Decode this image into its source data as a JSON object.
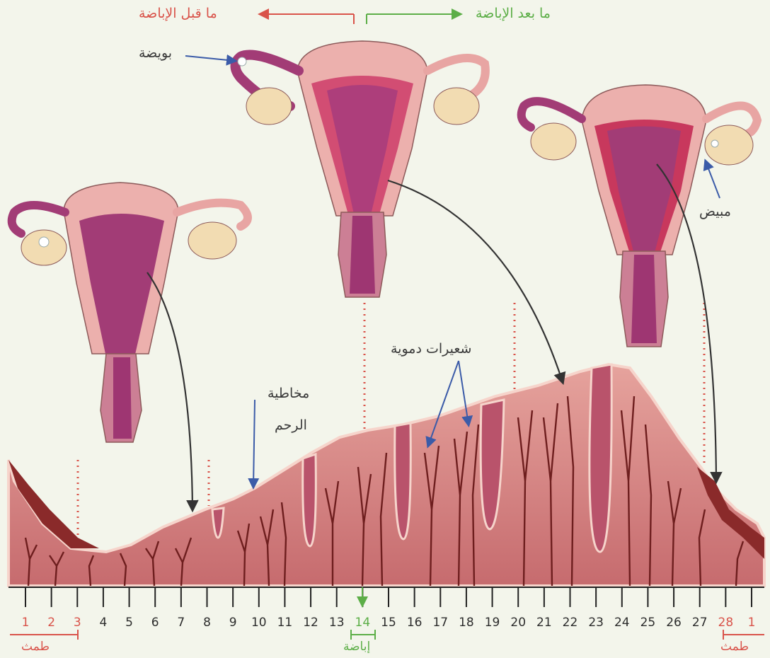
{
  "header": {
    "pre_ovulation": "ما قبل الإباضة",
    "post_ovulation": "ما بعد الإباضة"
  },
  "labels": {
    "ovum": "بويضة",
    "ovary": "مبيض",
    "endometrium_line1": "مخاطية",
    "endometrium_line2": "الرحم",
    "capillaries": "شعيرات دموية"
  },
  "timeline": {
    "days": [
      "1",
      "2",
      "3",
      "4",
      "5",
      "6",
      "7",
      "8",
      "9",
      "10",
      "11",
      "12",
      "13",
      "14",
      "15",
      "16",
      "17",
      "18",
      "19",
      "20",
      "21",
      "22",
      "23",
      "24",
      "25",
      "26",
      "27",
      "28",
      "1"
    ],
    "menstruation_label": "طمث",
    "ovulation_label": "إباضة"
  },
  "colors": {
    "menstruation": "#d9534a",
    "ovulation": "#5cae47",
    "tissue": "#d98a8a",
    "lining_pale": "#f2c2b8",
    "background": "#f3f5eb"
  }
}
